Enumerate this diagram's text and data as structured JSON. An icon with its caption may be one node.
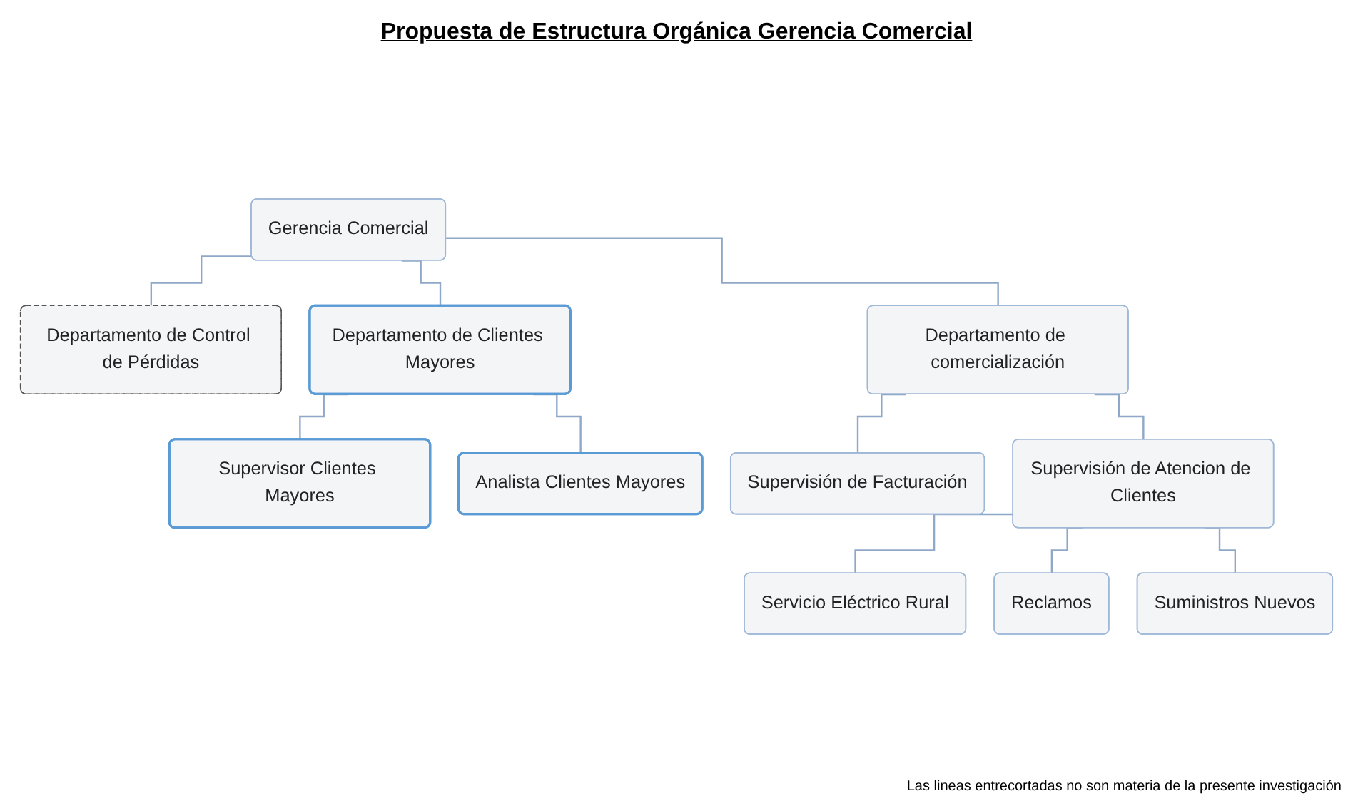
{
  "diagram": {
    "title": "Propuesta de Estructura Orgánica Gerencia Comercial",
    "nodes": [
      {
        "text": [
          "Gerencia Comercial"
        ]
      },
      {
        "text": [
          "Departamento de Control de Pérdidas"
        ]
      },
      {
        "text": [
          "Departamento de Clientes Mayores"
        ]
      },
      {
        "text": [
          "Departamento de comercialización"
        ]
      },
      {
        "text": [
          "Supervisor Clientes Mayores"
        ]
      },
      {
        "text": [
          "Analista Clientes Mayores"
        ]
      },
      {
        "text": [
          "Supervisión de Facturación"
        ]
      },
      {
        "text": [
          "Supervisión de Atencion de Clientes"
        ]
      },
      {
        "text": [
          "Servicio Eléctrico Rural"
        ]
      },
      {
        "text": [
          "Reclamos"
        ]
      },
      {
        "text": [
          "Suministros Nuevos"
        ]
      }
    ],
    "edges": [
      {
        "from": 0,
        "to": 1,
        "arrow": "none"
      },
      {
        "from": 0,
        "to": 2,
        "arrow": "none"
      },
      {
        "from": 0,
        "to": 3,
        "arrow": "none"
      },
      {
        "from": 2,
        "to": 4,
        "arrow": "none"
      },
      {
        "from": 2,
        "to": 5,
        "arrow": "none"
      },
      {
        "from": 3,
        "to": 6,
        "arrow": "none"
      },
      {
        "from": 3,
        "to": 7,
        "arrow": "none"
      },
      {
        "from": 7,
        "to": 8,
        "arrow": "none"
      },
      {
        "from": 7,
        "to": 9,
        "arrow": "none"
      },
      {
        "from": 7,
        "to": 10,
        "arrow": "none"
      }
    ],
    "labels": [
      "Las lineas entrecortadas no son materia de la presente investigación"
    ]
  }
}
